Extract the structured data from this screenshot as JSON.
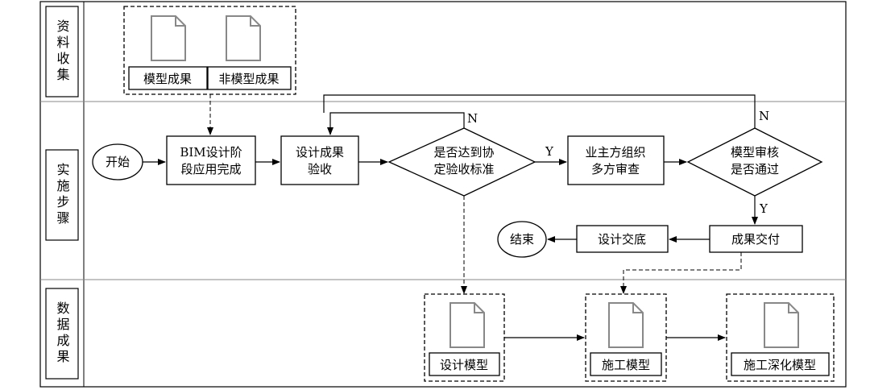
{
  "lanes": {
    "collect": "资料收集",
    "implement": "实施步骤",
    "results": "数据成果"
  },
  "docs": {
    "model_result": "模型成果",
    "non_model_result": "非模型成果",
    "design_model": "设计模型",
    "construction_model": "施工模型",
    "detailed_model": "施工深化模型"
  },
  "nodes": {
    "start": "开始",
    "bim_stage": [
      "BIM设计阶",
      "段应用完成"
    ],
    "design_accept": [
      "设计成果",
      "验收"
    ],
    "meets_standard": [
      "是否达到协",
      "定验收标准"
    ],
    "owner_review": [
      "业主方组织",
      "多方审查"
    ],
    "model_review": [
      "模型审核",
      "是否通过"
    ],
    "deliver": "成果交付",
    "handover": "设计交底",
    "end": "结束"
  },
  "labels": {
    "yes1": "Y",
    "no1": "N",
    "no2": "N",
    "yes2": "Y"
  }
}
